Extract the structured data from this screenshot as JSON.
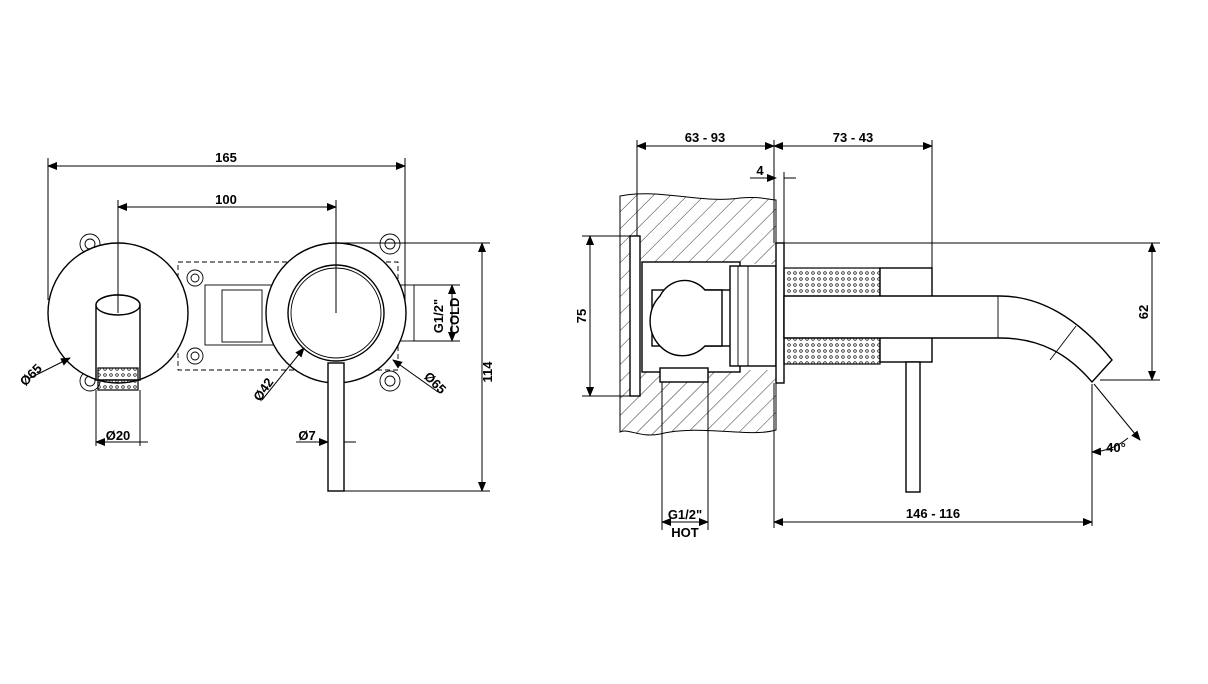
{
  "front_view": {
    "width_overall": "165",
    "centres": "100",
    "height": "114",
    "plate_dia_left": "Ø65",
    "plate_dia_right": "Ø65",
    "handle_dia": "Ø42",
    "spout_dia": "Ø20",
    "lever_dia": "Ø7",
    "cold_thread": "G1/2\"",
    "cold_label": "COLD"
  },
  "side_view": {
    "depth_body": "63 - 93",
    "depth_spout": "73 - 43",
    "plate_thickness": "4",
    "plate_height": "75",
    "spout_height": "62",
    "spout_angle": "40°",
    "projection": "146 - 116",
    "hot_thread": "G1/2\"",
    "hot_label": "HOT"
  },
  "colors": {
    "line": "#000000",
    "background": "#ffffff"
  }
}
